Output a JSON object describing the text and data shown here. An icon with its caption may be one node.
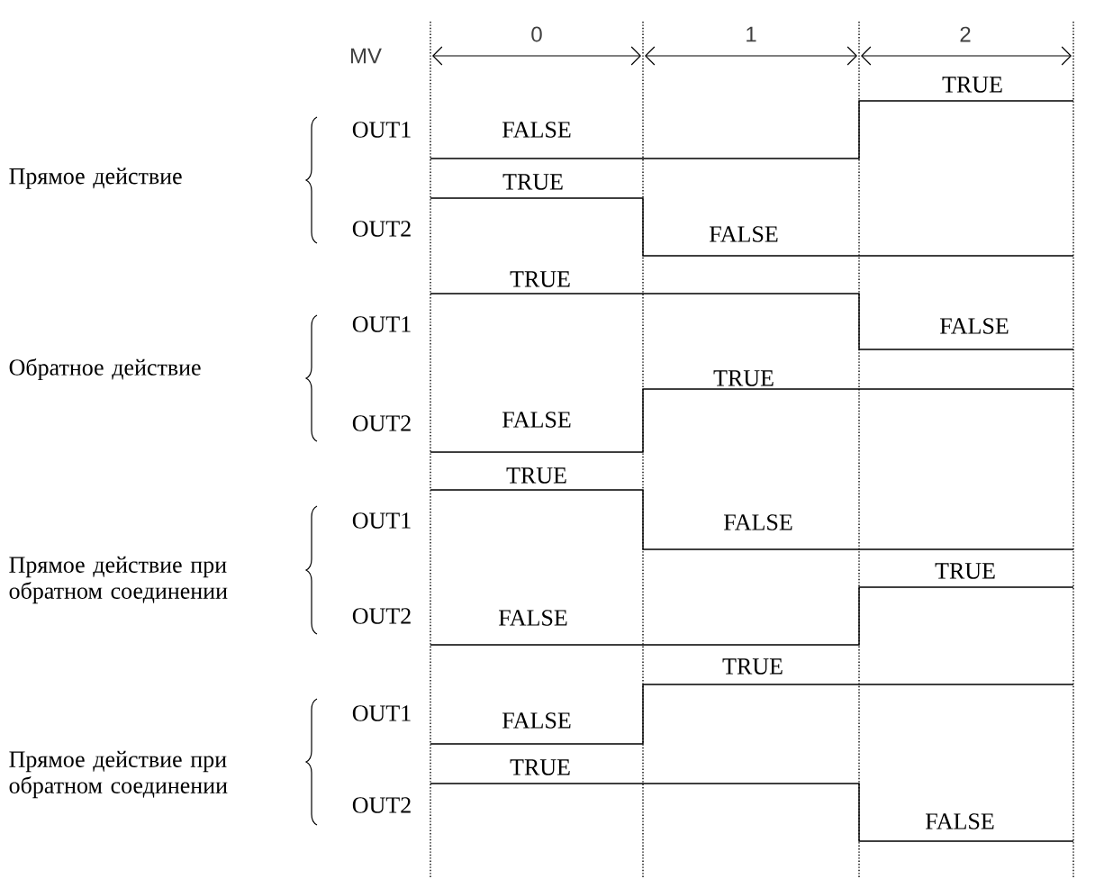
{
  "diagram": {
    "labels": [
      "MV",
      "0",
      "1",
      "2",
      "TRUE",
      "OUT1",
      "FALSE",
      "Прямое действие",
      "TRUE",
      "OUT2",
      "FALSE",
      "TRUE",
      "OUT1",
      "FALSE",
      "Обратное действие",
      "TRUE",
      "OUT2",
      "FALSE",
      "TRUE",
      "OUT1",
      "FALSE",
      "Прямое действие при обратном соединении",
      "TRUE",
      "OUT2",
      "FALSE",
      "TRUE",
      "OUT1",
      "FALSE",
      "Прямое действие при обратном соединении",
      "TRUE",
      "OUT2",
      "FALSE"
    ]
  }
}
